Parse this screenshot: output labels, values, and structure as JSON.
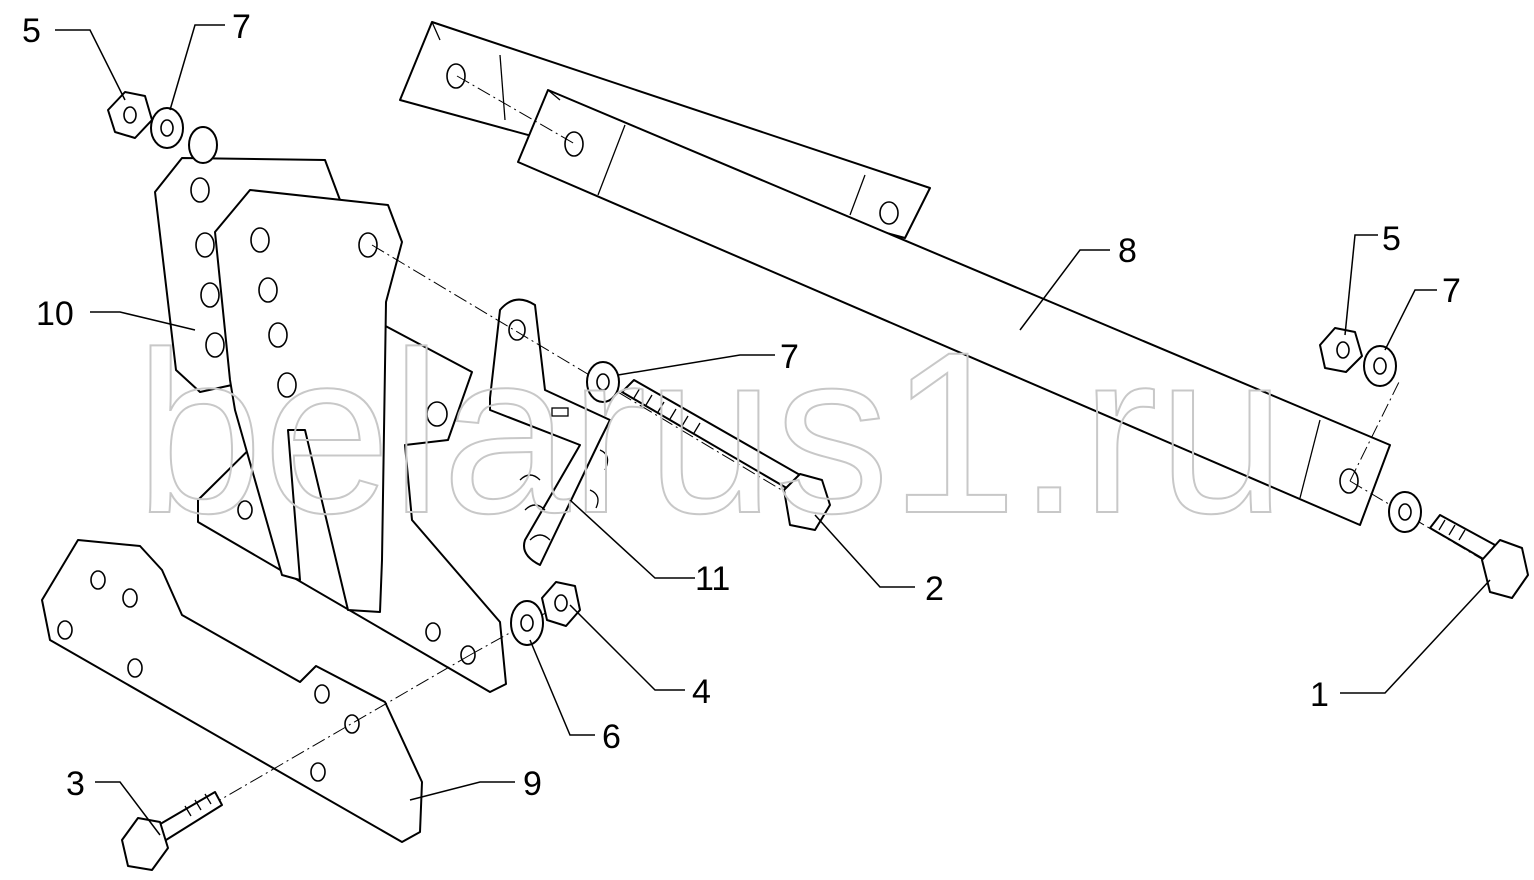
{
  "diagram": {
    "title": "Exploded parts assembly",
    "watermark": "belarus1.ru",
    "callouts": {
      "c1": "1",
      "c2": "2",
      "c3": "3",
      "c4": "4",
      "c5a": "5",
      "c5b": "5",
      "c6": "6",
      "c7a": "7",
      "c7b": "7",
      "c7c": "7",
      "c8": "8",
      "c9": "9",
      "c10": "10",
      "c11": "11"
    }
  }
}
